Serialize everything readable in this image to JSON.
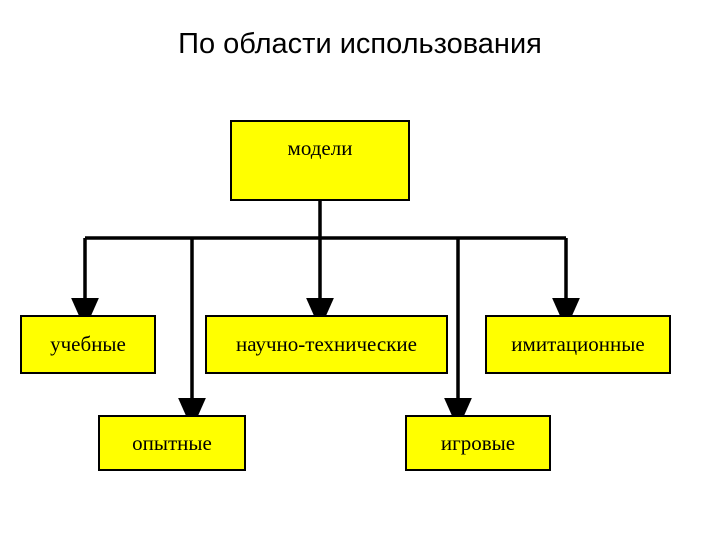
{
  "diagram": {
    "title": "По области использования",
    "type": "tree-hierarchy",
    "palette": {
      "node_fill": "#FFFF00",
      "node_border": "#000000",
      "connector": "#000000",
      "background": "#FFFFFF",
      "text": "#000000"
    },
    "nodes": {
      "root": {
        "label": "модели",
        "level": 1
      },
      "uchebnye": {
        "label": "учебные",
        "level": 2
      },
      "nauchno_tehnicheskie": {
        "label": "научно-технические",
        "level": 2
      },
      "imitacionnye": {
        "label": "имитационные",
        "level": 2
      },
      "opytnye": {
        "label": "опытные",
        "level": 3
      },
      "igrovye": {
        "label": "игровые",
        "level": 3
      }
    },
    "edges": [
      {
        "from": "root",
        "to": "uchebnye"
      },
      {
        "from": "root",
        "to": "opytnye"
      },
      {
        "from": "root",
        "to": "nauchno_tehnicheskie"
      },
      {
        "from": "root",
        "to": "igrovye"
      },
      {
        "from": "root",
        "to": "imitacionnye"
      }
    ]
  }
}
